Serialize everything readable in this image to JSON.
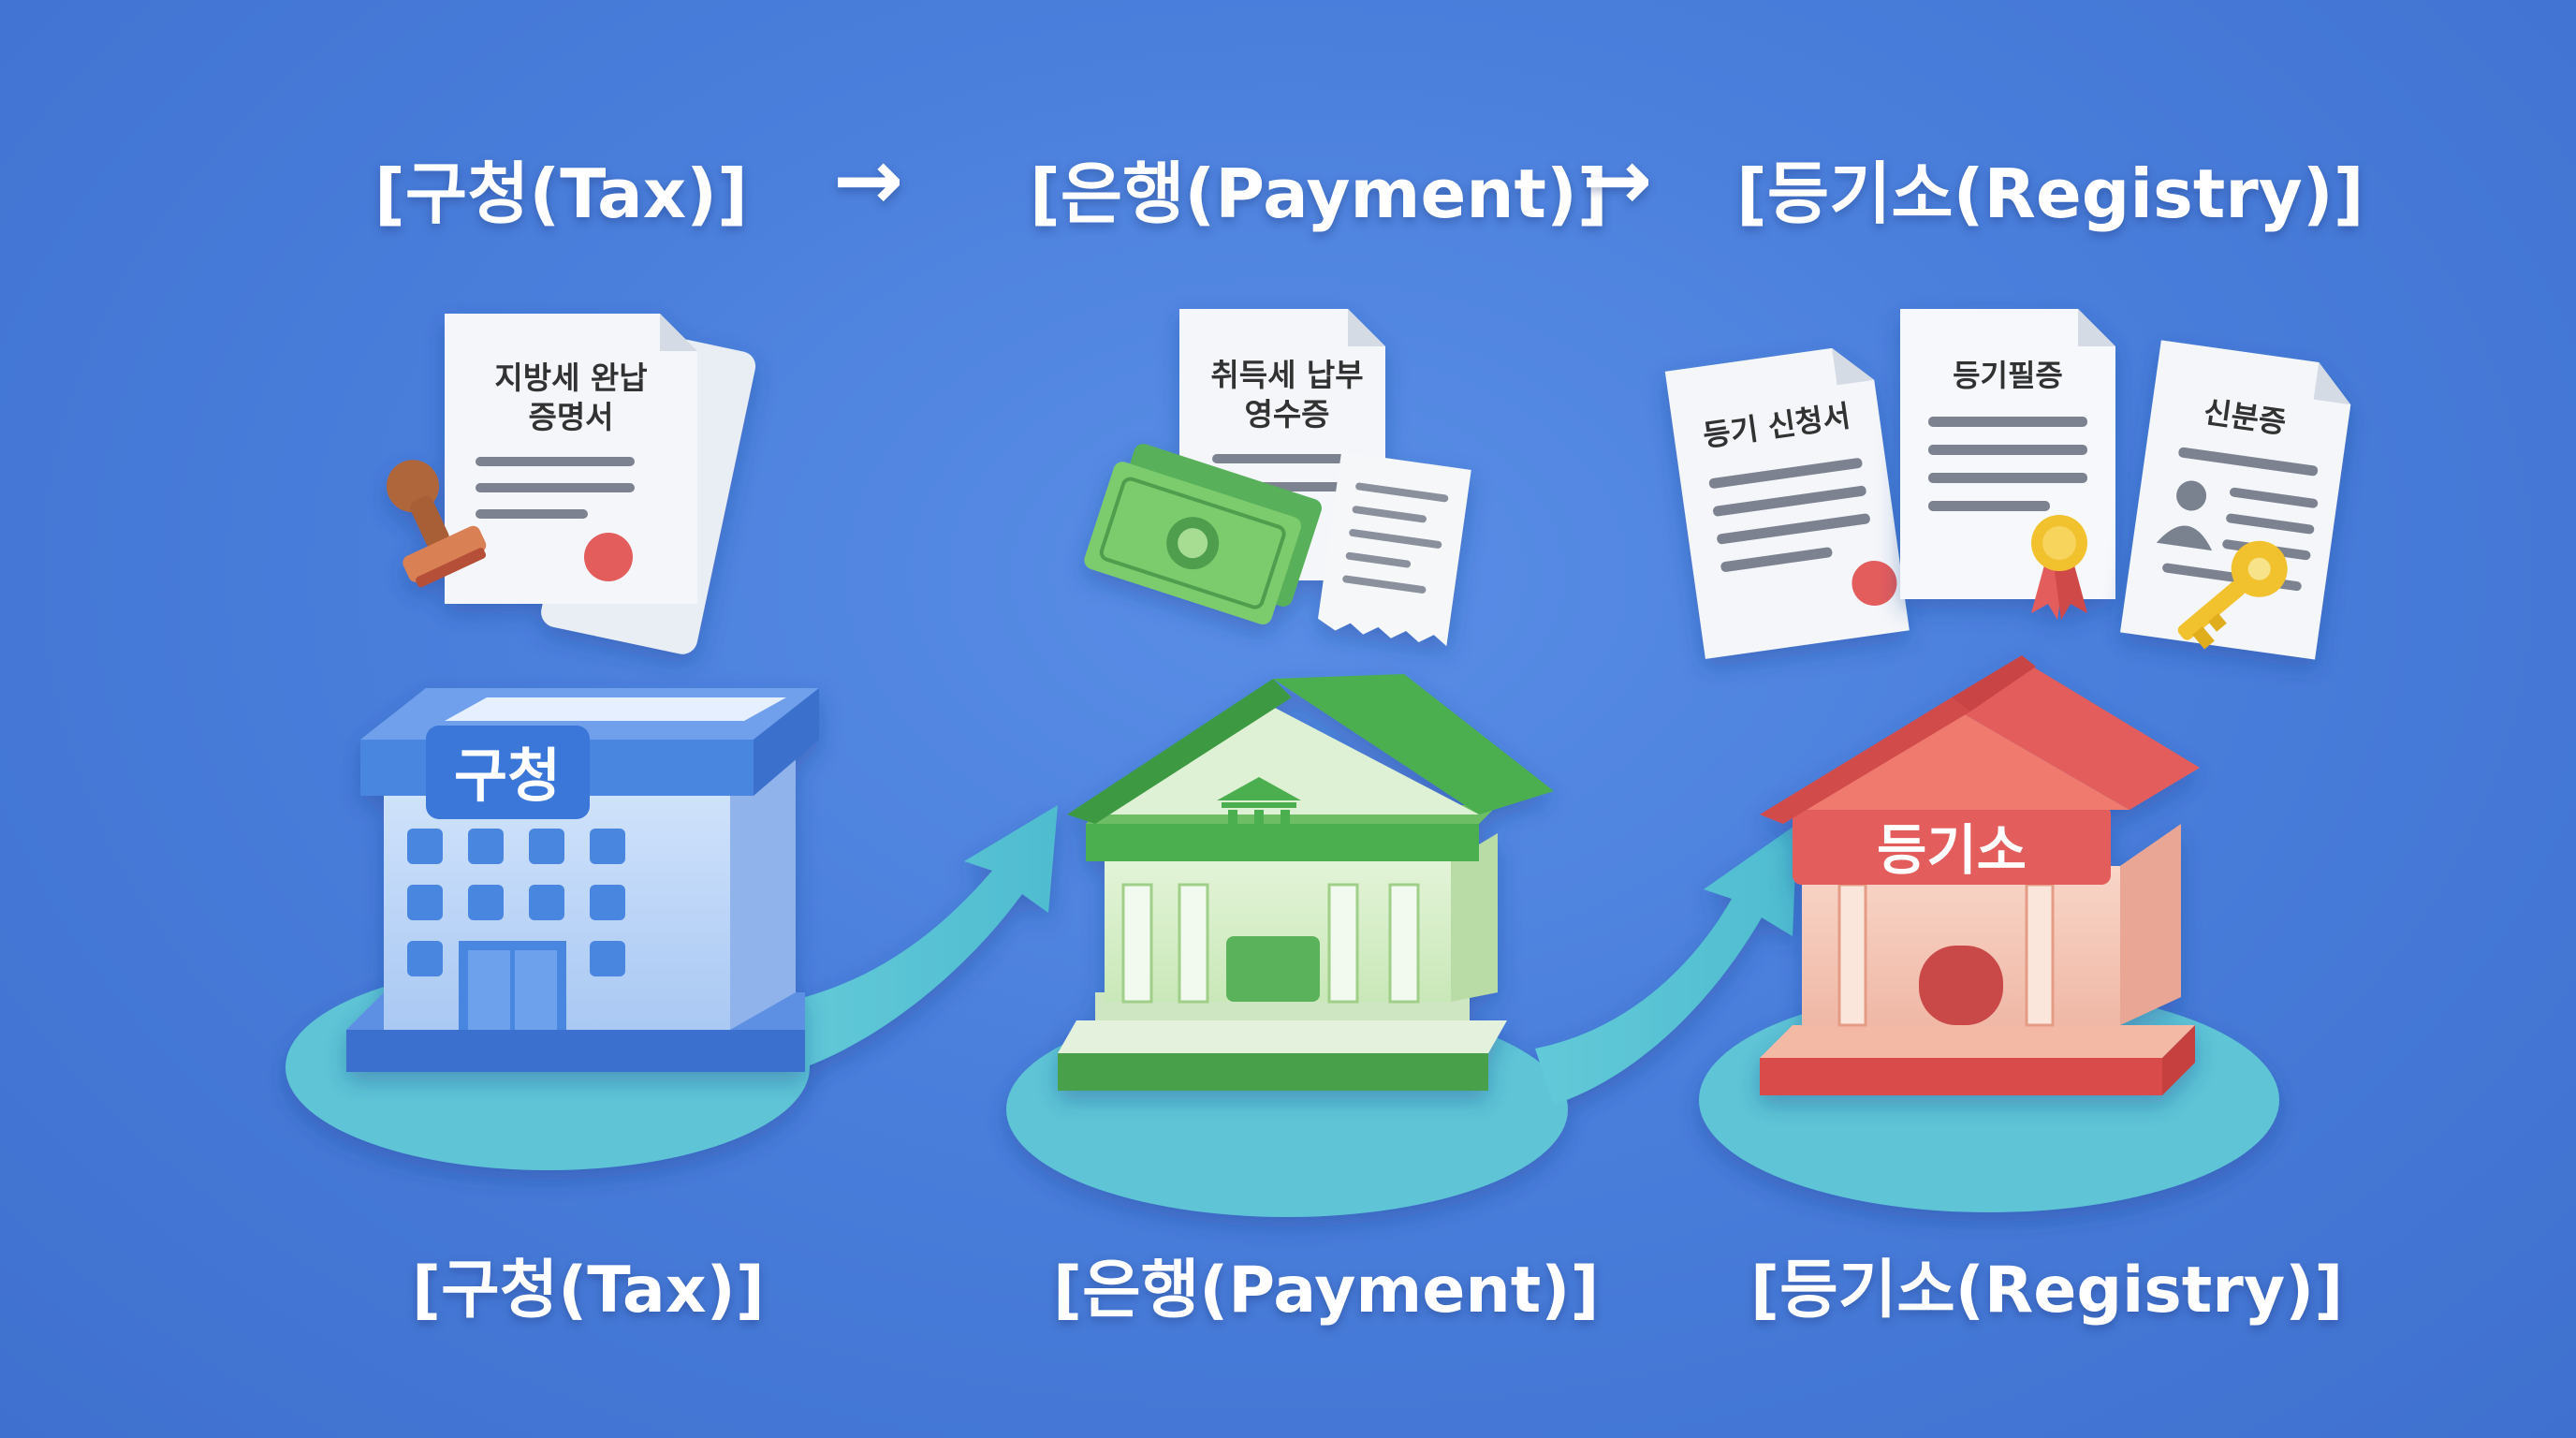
{
  "steps": [
    {
      "title": "[구청(Tax)]",
      "building_sign": "구청",
      "documents": [
        {
          "lines": [
            "지방세 완납",
            "증명서"
          ]
        }
      ],
      "color": "#4a86e0"
    },
    {
      "title": "[은행(Payment)]",
      "documents": [
        {
          "lines": [
            "취득세 납부",
            "영수증"
          ]
        }
      ],
      "color": "#4caf50"
    },
    {
      "title": "[등기소(Registry)]",
      "building_sign": "등기소",
      "documents": [
        {
          "lines": [
            "등기 신청서"
          ]
        },
        {
          "lines": [
            "등기필증"
          ]
        },
        {
          "lines": [
            "신분증"
          ]
        }
      ],
      "color": "#e35d5b"
    }
  ],
  "arrow_glyph": "→",
  "colors": {
    "background": "#4a7fdc",
    "path": "#5cc6d6",
    "text": "#ffffff"
  }
}
